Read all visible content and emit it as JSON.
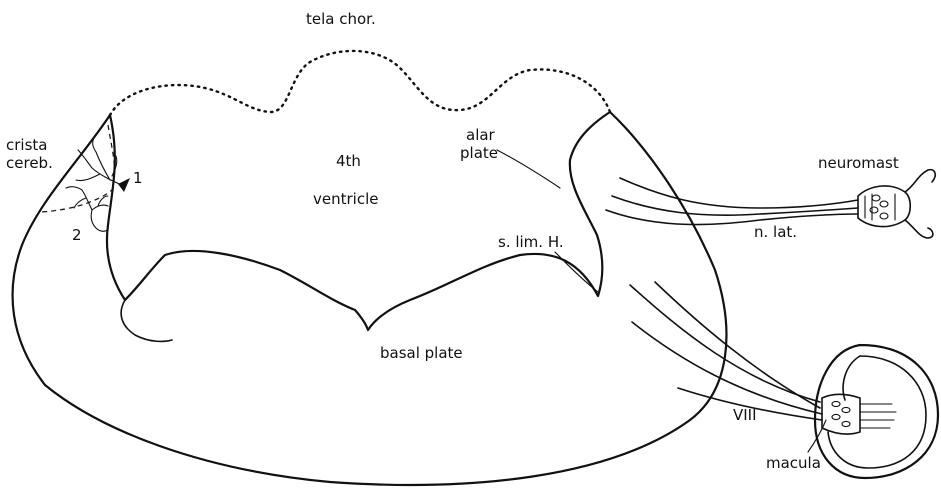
{
  "labels": {
    "tela_chor": "tela chor.",
    "crista_line1": "crista",
    "crista_line2": "cereb.",
    "fourth_line1": "4th",
    "fourth_line2": "ventricle",
    "alar_line1": "alar",
    "alar_line2": "plate",
    "s_lim": "s. lim. H.",
    "basal_plate": "basal plate",
    "neuron_1": "1",
    "neuron_2": "2",
    "n_lat": "n. lat.",
    "neuromast": "neuromast",
    "viii": "VIII",
    "macula": "macula"
  },
  "colors": {
    "ink": "#111111",
    "paper": "#ffffff"
  }
}
